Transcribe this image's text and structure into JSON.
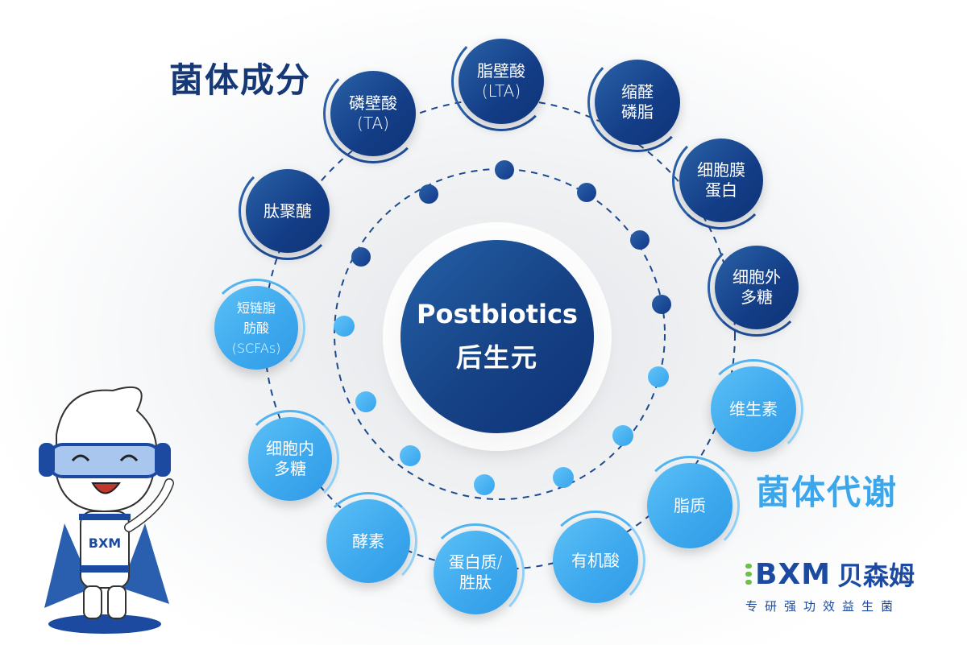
{
  "titles": {
    "cell_components": "菌体成分",
    "cell_metabolites": "菌体代谢"
  },
  "center": {
    "label_en": "Postbiotics",
    "label_cn": "后生元"
  },
  "outer_nodes": [
    {
      "label": "脂壁酸\n(LTA)",
      "group": "cell_components"
    },
    {
      "label": "缩醛\n磷脂",
      "group": "cell_components"
    },
    {
      "label": "细胞膜\n蛋白",
      "group": "cell_components"
    },
    {
      "label": "细胞外\n多糖",
      "group": "cell_components"
    },
    {
      "label": "维生素",
      "group": "cell_metabolites"
    },
    {
      "label": "脂质",
      "group": "cell_metabolites"
    },
    {
      "label": "有机酸",
      "group": "cell_metabolites"
    },
    {
      "label": "蛋白质/\n胜肽",
      "group": "cell_metabolites"
    },
    {
      "label": "酵素",
      "group": "cell_metabolites"
    },
    {
      "label": "细胞内\n多糖",
      "group": "cell_metabolites"
    },
    {
      "label": "短链脂\n肪酸\n(SCFAs)",
      "group": "cell_metabolites"
    },
    {
      "label": "肽聚醣",
      "group": "cell_components"
    },
    {
      "label": "磷壁酸\n(TA)",
      "group": "cell_components"
    }
  ],
  "colors": {
    "dark_blue": "#163877",
    "light_blue": "#3aa6ec",
    "logo_green": "#6cc04a",
    "logo_blue": "#1b4aa0"
  },
  "logo": {
    "mark": "BXM",
    "company_name": "贝森姆",
    "slogan": "专研强功效益生菌"
  },
  "mascot": {
    "shirt_text": "BXM"
  }
}
